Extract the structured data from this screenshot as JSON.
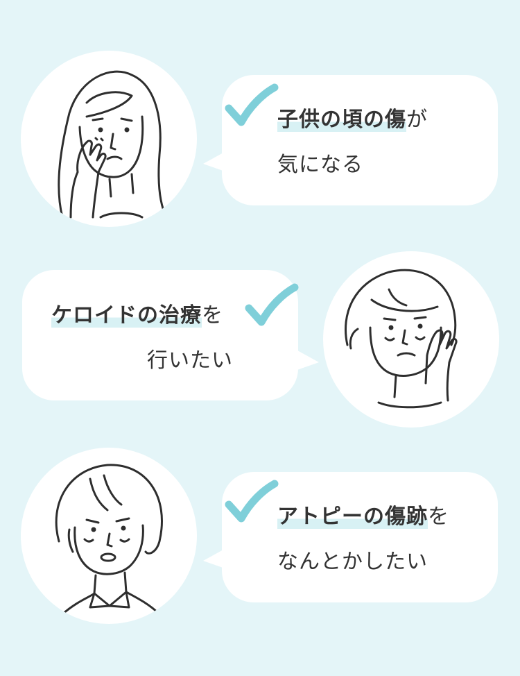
{
  "accent_color": "#7fcfd9",
  "background_color": "#e4f5f8",
  "concerns": [
    {
      "bold_text": "子供の頃の傷",
      "normal_text": "が",
      "second_line": "気になる",
      "icon": "check-icon",
      "illustration": "woman-long-hair-touching-cheek"
    },
    {
      "bold_text": "ケロイドの治療",
      "normal_text": "を",
      "second_line": "行いたい",
      "icon": "check-icon",
      "illustration": "older-woman-hand-on-cheek"
    },
    {
      "bold_text": "アトピーの傷跡",
      "normal_text": "を",
      "second_line": "なんとかしたい",
      "icon": "check-icon",
      "illustration": "woman-bob-hair-worried"
    }
  ]
}
